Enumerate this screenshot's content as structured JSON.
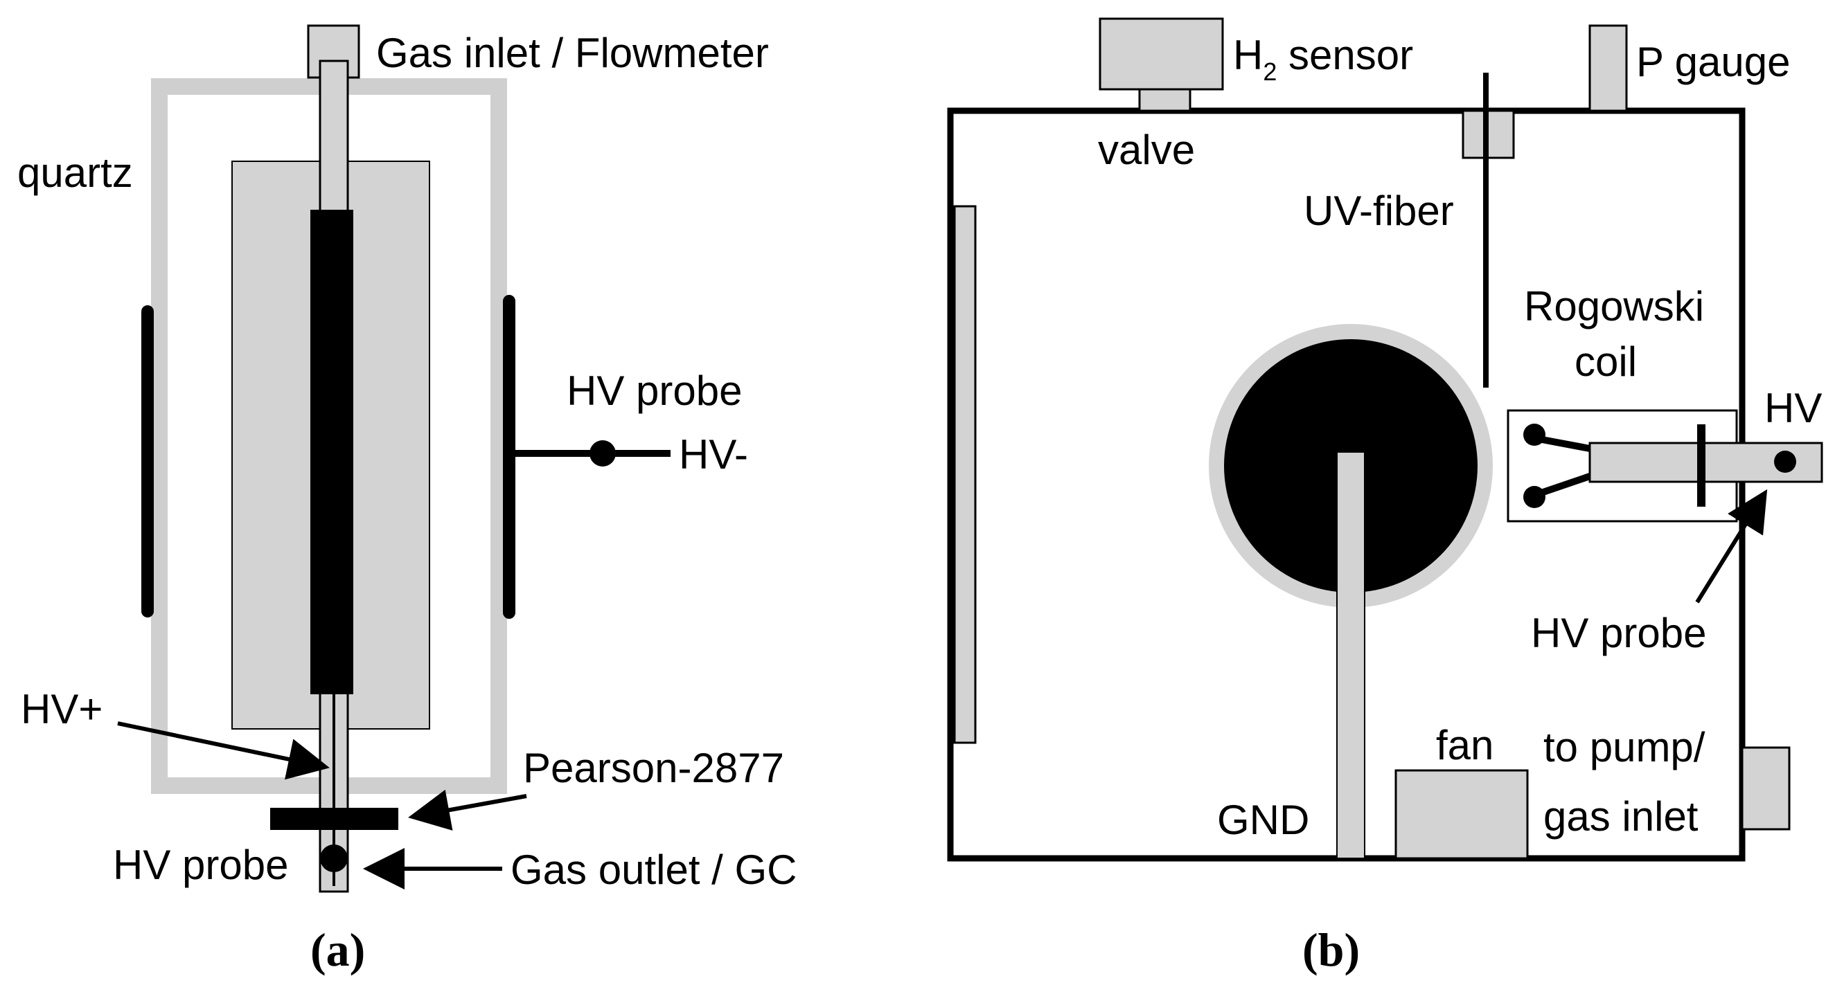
{
  "colors": {
    "black": "#000000",
    "light_gray": "#d3d3d3",
    "quartz_gray": "#cfcfcf",
    "background": "#ffffff"
  },
  "panel_a": {
    "caption": "(a)",
    "labels": {
      "gas_inlet": "Gas inlet / Flowmeter",
      "quartz": "quartz",
      "hv_probe_right": "HV probe",
      "hv_minus": "HV-",
      "hv_plus": "HV+",
      "pearson": "Pearson-2877",
      "hv_probe_bottom": "HV probe",
      "gas_outlet": "Gas outlet / GC"
    }
  },
  "panel_b": {
    "caption": "(b)",
    "labels": {
      "h2_sensor_main": "H",
      "h2_sensor_sub": "2",
      "h2_sensor_rest": " sensor",
      "p_gauge": "P gauge",
      "valve": "valve",
      "uv_fiber": "UV-fiber",
      "rogowski_line1": "Rogowski",
      "rogowski_line2": "coil",
      "hv": "HV",
      "hv_probe": "HV probe",
      "fan": "fan",
      "to_pump_line1": "to pump/",
      "to_pump_line2": "gas inlet",
      "gnd": "GND"
    }
  }
}
